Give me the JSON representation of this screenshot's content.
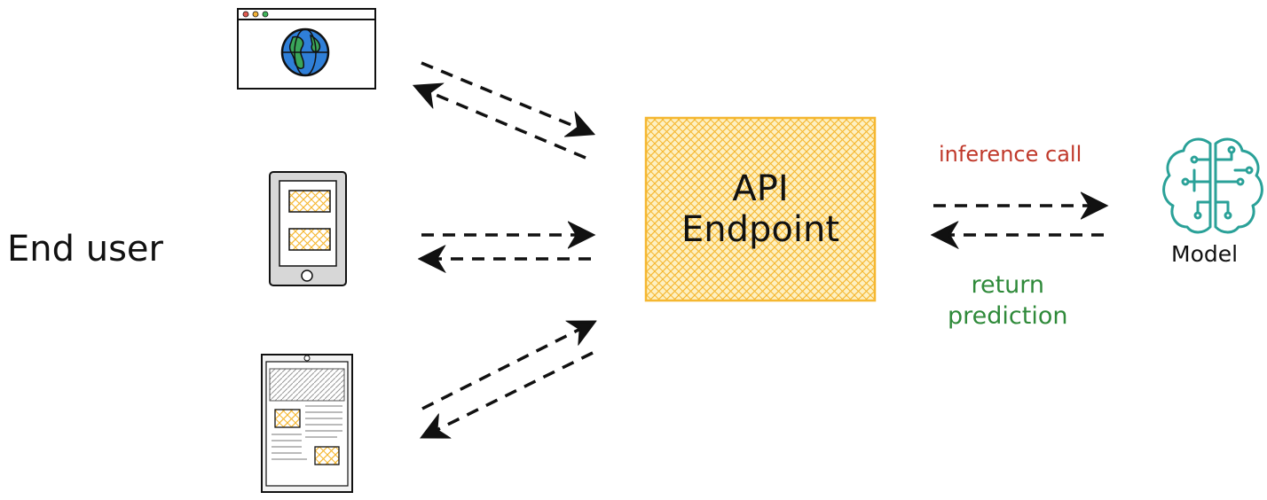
{
  "end_user": {
    "label": "End user"
  },
  "clients": [
    {
      "name": "web-browser",
      "icon": "globe-icon"
    },
    {
      "name": "mobile-phone",
      "icon": "phone-icon"
    },
    {
      "name": "tablet",
      "icon": "tablet-icon"
    }
  ],
  "api": {
    "line1": "API",
    "line2": "Endpoint"
  },
  "edges": {
    "inference_call": "inference call",
    "return_prediction_line1": "return",
    "return_prediction_line2": "prediction"
  },
  "model": {
    "label": "Model",
    "icon": "brain-circuit-icon"
  },
  "colors": {
    "api_fill": "#fbd66a",
    "api_border": "#f5b731",
    "inference": "#c0392b",
    "return": "#2f8a3a",
    "model_icon": "#2aa198",
    "globe_blue": "#2f7fd8",
    "globe_green": "#3aa55a"
  }
}
